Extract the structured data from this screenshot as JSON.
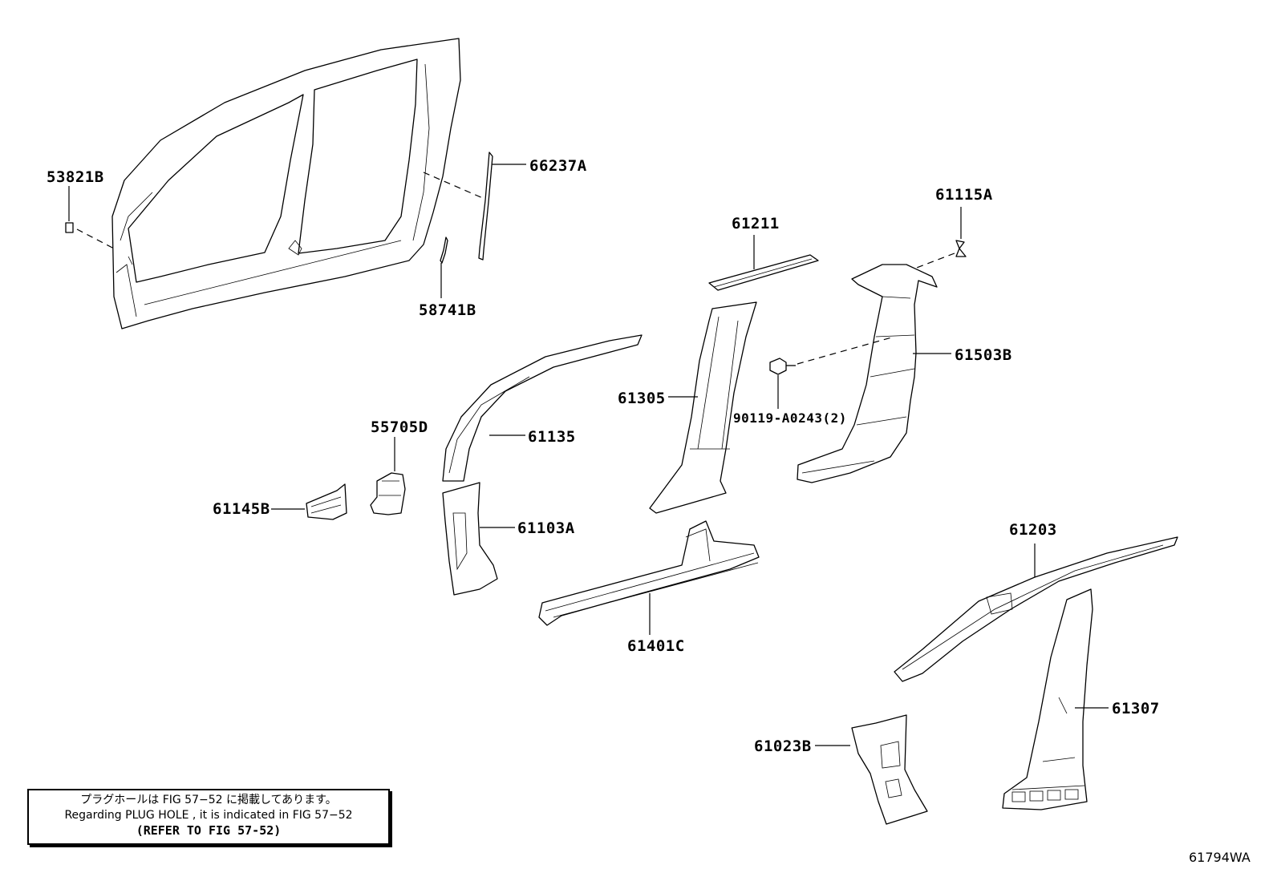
{
  "labels": {
    "p53821B": "53821B",
    "p66237A": "66237A",
    "p58741B": "58741B",
    "p61211": "61211",
    "p61115A": "61115A",
    "p61503B": "61503B",
    "p90119": "90119-A0243(2)",
    "p61305": "61305",
    "p55705D": "55705D",
    "p61135": "61135",
    "p61145B": "61145B",
    "p61103A": "61103A",
    "p61401C": "61401C",
    "p61203": "61203",
    "p61307": "61307",
    "p61023B": "61023B"
  },
  "note": {
    "line1": "プラグホールは FIG 57−52 に掲載してあります。",
    "line2": "Regarding  PLUG  HOLE , it is indicated in  FIG  57−52",
    "line3": "(REFER TO FIG 57-52)"
  },
  "figure_id": "61794WA"
}
